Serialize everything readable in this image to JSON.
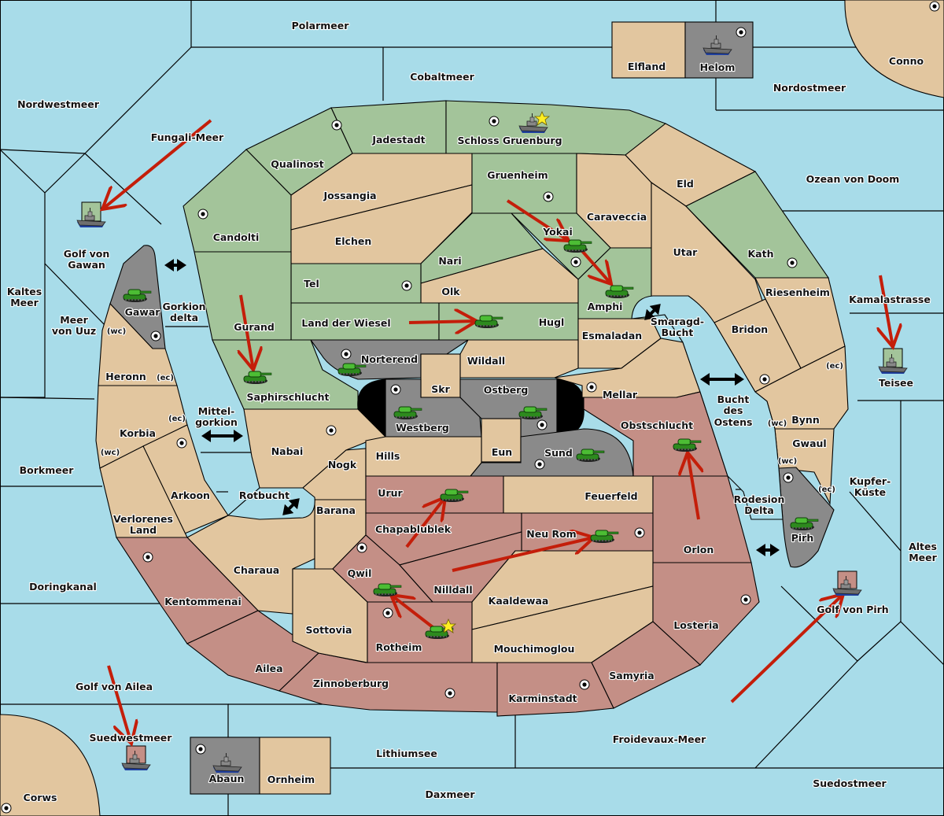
{
  "map_title": "Diplomacy variant map",
  "colors": {
    "sea": "#a8dce9",
    "neutral_land": "#e2c69f",
    "green_power": "#a3c49a",
    "red_power": "#c48f86",
    "gray_power": "#8a8a8a",
    "impassable": "#000000",
    "order_arrow": "#c41e0a",
    "star": "#ffee22"
  },
  "sea_regions": [
    {
      "name": "Polarmeer"
    },
    {
      "name": "Cobaltmeer"
    },
    {
      "name": "Nordwestmeer"
    },
    {
      "name": "Fungali-Meer"
    },
    {
      "name": "Nordostmeer"
    },
    {
      "name": "Ozean von Doom"
    },
    {
      "name": "Golf von Gawan"
    },
    {
      "name": "Kaltes Meer"
    },
    {
      "name": "Meer von Uuz"
    },
    {
      "name": "Gorkion delta"
    },
    {
      "name": "Mittel-gorkion"
    },
    {
      "name": "Borkmeer"
    },
    {
      "name": "Rotbucht"
    },
    {
      "name": "Doringkanal"
    },
    {
      "name": "Golf von Ailea"
    },
    {
      "name": "Suedwestmeer"
    },
    {
      "name": "Lithiumsee"
    },
    {
      "name": "Daxmeer"
    },
    {
      "name": "Froidevaux-Meer"
    },
    {
      "name": "Suedostmeer"
    },
    {
      "name": "Golf von Pirh"
    },
    {
      "name": "Altes Meer"
    },
    {
      "name": "Kupfer-Küste"
    },
    {
      "name": "Rodesion Delta"
    },
    {
      "name": "Bucht des Ostens"
    },
    {
      "name": "Smaragd-Bucht"
    },
    {
      "name": "Kamalastrasse"
    }
  ],
  "land_regions": [
    {
      "name": "Elfland",
      "owner": "neutral"
    },
    {
      "name": "Helom",
      "owner": "gray",
      "supply_center": true,
      "unit": "fleet"
    },
    {
      "name": "Conno",
      "owner": "neutral",
      "supply_center": true
    },
    {
      "name": "Jadestadt",
      "owner": "green",
      "supply_center": true
    },
    {
      "name": "Schloss Gruenburg",
      "owner": "green",
      "supply_center": true,
      "unit": "fleet",
      "star": true
    },
    {
      "name": "Qualinost",
      "owner": "green"
    },
    {
      "name": "Candolti",
      "owner": "green",
      "supply_center": true
    },
    {
      "name": "Jossangia",
      "owner": "neutral"
    },
    {
      "name": "Elchen",
      "owner": "neutral"
    },
    {
      "name": "Gruenheim",
      "owner": "green",
      "supply_center": true
    },
    {
      "name": "Caraveccia",
      "owner": "neutral"
    },
    {
      "name": "Eld",
      "owner": "neutral"
    },
    {
      "name": "Yokai",
      "owner": "green",
      "supply_center": true,
      "unit": "army"
    },
    {
      "name": "Nari",
      "owner": "green"
    },
    {
      "name": "Olk",
      "owner": "neutral"
    },
    {
      "name": "Tel",
      "owner": "green",
      "supply_center": true
    },
    {
      "name": "Land der Wiesel",
      "owner": "green"
    },
    {
      "name": "Hugl",
      "owner": "green",
      "unit": "army"
    },
    {
      "name": "Amphi",
      "owner": "green",
      "unit": "army"
    },
    {
      "name": "Utar",
      "owner": "neutral"
    },
    {
      "name": "Kath",
      "owner": "green",
      "supply_center": true
    },
    {
      "name": "Riesenheim",
      "owner": "neutral"
    },
    {
      "name": "Bridon",
      "owner": "neutral",
      "supply_center": true
    },
    {
      "name": "Esmaladan",
      "owner": "neutral"
    },
    {
      "name": "Gurand",
      "owner": "green"
    },
    {
      "name": "Saphirschlucht",
      "owner": "green",
      "unit": "army"
    },
    {
      "name": "Gawar",
      "owner": "gray",
      "supply_center": true,
      "unit": "army"
    },
    {
      "name": "Heronn",
      "owner": "neutral"
    },
    {
      "name": "Korbia",
      "owner": "neutral",
      "supply_center": true
    },
    {
      "name": "Norterend",
      "owner": "gray",
      "supply_center": true,
      "unit": "army"
    },
    {
      "name": "Wildall",
      "owner": "neutral"
    },
    {
      "name": "Skr",
      "owner": "neutral"
    },
    {
      "name": "Westberg",
      "owner": "gray",
      "supply_center": true,
      "unit": "army"
    },
    {
      "name": "Ostberg",
      "owner": "gray",
      "supply_center": true,
      "unit": "army"
    },
    {
      "name": "Mellar",
      "owner": "neutral",
      "supply_center": true
    },
    {
      "name": "Eun",
      "owner": "neutral"
    },
    {
      "name": "Sund",
      "owner": "gray",
      "supply_center": true,
      "unit": "army"
    },
    {
      "name": "Nabai",
      "owner": "neutral",
      "supply_center": true
    },
    {
      "name": "Nogk",
      "owner": "neutral"
    },
    {
      "name": "Hills",
      "owner": "neutral"
    },
    {
      "name": "Obstschlucht",
      "owner": "red",
      "unit": "army"
    },
    {
      "name": "Bynn",
      "owner": "neutral"
    },
    {
      "name": "Gwaul",
      "owner": "neutral"
    },
    {
      "name": "Pirh",
      "owner": "gray",
      "supply_center": true,
      "unit": "army"
    },
    {
      "name": "Arkoon",
      "owner": "neutral"
    },
    {
      "name": "Verlorenes Land",
      "owner": "neutral"
    },
    {
      "name": "Urur",
      "owner": "red",
      "unit": "army"
    },
    {
      "name": "Feuerfeld",
      "owner": "neutral"
    },
    {
      "name": "Barana",
      "owner": "neutral"
    },
    {
      "name": "Chapablublek",
      "owner": "red"
    },
    {
      "name": "Neu Rom",
      "owner": "red",
      "supply_center": true,
      "unit": "army"
    },
    {
      "name": "Orlon",
      "owner": "red"
    },
    {
      "name": "Charaua",
      "owner": "neutral"
    },
    {
      "name": "Qwil",
      "owner": "red",
      "supply_center": true,
      "unit": "army"
    },
    {
      "name": "Nilldall",
      "owner": "red"
    },
    {
      "name": "Kentommenai",
      "owner": "red",
      "supply_center": true
    },
    {
      "name": "Kaaldewaa",
      "owner": "neutral"
    },
    {
      "name": "Sottovia",
      "owner": "neutral"
    },
    {
      "name": "Rotheim",
      "owner": "red",
      "supply_center": true,
      "unit": "army",
      "star": true
    },
    {
      "name": "Mouchimoglou",
      "owner": "neutral"
    },
    {
      "name": "Losteria",
      "owner": "red",
      "supply_center": true
    },
    {
      "name": "Ailea",
      "owner": "red"
    },
    {
      "name": "Zinnoberburg",
      "owner": "red",
      "supply_center": true
    },
    {
      "name": "Samyria",
      "owner": "red"
    },
    {
      "name": "Karminstadt",
      "owner": "red",
      "supply_center": true
    },
    {
      "name": "Abaun",
      "owner": "gray",
      "supply_center": true,
      "unit": "fleet"
    },
    {
      "name": "Ornheim",
      "owner": "neutral"
    },
    {
      "name": "Corws",
      "owner": "neutral",
      "supply_center": true
    }
  ],
  "coast_tags": {
    "wc": "(wc)",
    "ec": "(ec)"
  },
  "labels": {
    "Polarmeer": "Polarmeer",
    "Cobaltmeer": "Cobaltmeer",
    "Nordwestmeer": "Nordwestmeer",
    "Fungali": "Fungali-Meer",
    "Nordostmeer": "Nordostmeer",
    "Ozean": "Ozean von Doom",
    "GolfGawan1": "Golf von",
    "GolfGawan2": "Gawan",
    "Kaltes1": "Kaltes",
    "Kaltes2": "Meer",
    "Uuz1": "Meer",
    "Uuz2": "von Uuz",
    "GorkionD1": "Gorkion",
    "GorkionD2": "delta",
    "Mittel1": "Mittel-",
    "Mittel2": "gorkion",
    "Borkmeer": "Borkmeer",
    "Rotbucht": "Rotbucht",
    "Doringkanal": "Doringkanal",
    "GolfAilea": "Golf von Ailea",
    "Suedwestmeer": "Suedwestmeer",
    "Lithiumsee": "Lithiumsee",
    "Daxmeer": "Daxmeer",
    "Froidevaux": "Froidevaux-Meer",
    "Suedostmeer": "Suedostmeer",
    "GolfPirh": "Golf von Pirh",
    "Altes1": "Altes",
    "Altes2": "Meer",
    "Kupfer1": "Kupfer-",
    "Kupfer2": "Küste",
    "Rodesion1": "Rodesion",
    "Rodesion2": "Delta",
    "Bucht1": "Bucht",
    "Bucht2": "des",
    "Bucht3": "Ostens",
    "Smaragd1": "Smaragd-",
    "Smaragd2": "Bucht",
    "Kamalastrasse": "Kamalastrasse",
    "Teisee": "Teisee",
    "Elfland": "Elfland",
    "Helom": "Helom",
    "Conno": "Conno",
    "Jadestadt": "Jadestadt",
    "Schloss": "Schloss Gruenburg",
    "Qualinost": "Qualinost",
    "Candolti": "Candolti",
    "Jossangia": "Jossangia",
    "Elchen": "Elchen",
    "Gruenheim": "Gruenheim",
    "Caraveccia": "Caraveccia",
    "Eld": "Eld",
    "Yokai": "Yokai",
    "Nari": "Nari",
    "Olk": "Olk",
    "Tel": "Tel",
    "Wiesel": "Land der Wiesel",
    "Hugl": "Hugl",
    "Amphi": "Amphi",
    "Utar": "Utar",
    "Kath": "Kath",
    "Riesenheim": "Riesenheim",
    "Bridon": "Bridon",
    "Esmaladan": "Esmaladan",
    "Gurand": "Gurand",
    "Saphir": "Saphirschlucht",
    "Gawar": "Gawar",
    "Heronn": "Heronn",
    "Korbia": "Korbia",
    "Norterend": "Norterend",
    "Wildall": "Wildall",
    "Skr": "Skr",
    "Westberg": "Westberg",
    "Ostberg": "Ostberg",
    "Mellar": "Mellar",
    "Eun": "Eun",
    "Sund": "Sund",
    "Nabai": "Nabai",
    "Nogk": "Nogk",
    "Hills": "Hills",
    "Obst": "Obstschlucht",
    "Bynn": "Bynn",
    "Gwaul": "Gwaul",
    "Pirh": "Pirh",
    "Arkoon": "Arkoon",
    "Verl1": "Verlorenes",
    "Verl2": "Land",
    "Urur": "Urur",
    "Feuerfeld": "Feuerfeld",
    "Barana": "Barana",
    "Chapa": "Chapablublek",
    "NeuRom": "Neu Rom",
    "Orlon": "Orlon",
    "Charaua": "Charaua",
    "Qwil": "Qwil",
    "Nilldall": "Nilldall",
    "Kento": "Kentommenai",
    "Kaaldewaa": "Kaaldewaa",
    "Sottovia": "Sottovia",
    "Rotheim": "Rotheim",
    "Mouchi": "Mouchimoglou",
    "Losteria": "Losteria",
    "Ailea": "Ailea",
    "Zinnober": "Zinnoberburg",
    "Samyria": "Samyria",
    "Karmin": "Karminstadt",
    "Abaun": "Abaun",
    "Ornheim": "Ornheim",
    "Corws": "Corws"
  },
  "orders": [
    {
      "unit": "fleet",
      "from": "Fungali-Meer",
      "to": "Golf von Gawan"
    },
    {
      "unit": "army",
      "from": "Gurand",
      "to": "Saphirschlucht"
    },
    {
      "unit": "army",
      "from": "Land der Wiesel",
      "to": "Hugl"
    },
    {
      "unit": "army",
      "from": "Gruenheim",
      "to": "Yokai"
    },
    {
      "unit": "army",
      "from": "Yokai",
      "to": "Amphi"
    },
    {
      "unit": "fleet",
      "from": "Kamalastrasse",
      "to": "Teisee"
    },
    {
      "unit": "army",
      "from": "Orlon",
      "to": "Obstschlucht"
    },
    {
      "unit": "army",
      "from": "Chapablublek",
      "to": "Urur"
    },
    {
      "unit": "army",
      "from": "Nilldall",
      "to": "Neu Rom"
    },
    {
      "unit": "army",
      "from": "Rotheim",
      "to": "Qwil"
    },
    {
      "unit": "fleet",
      "from": "Golf von Ailea",
      "to": "Suedwestmeer"
    },
    {
      "unit": "fleet",
      "from": "Froidevaux-Meer",
      "to": "Golf von Pirh"
    }
  ]
}
